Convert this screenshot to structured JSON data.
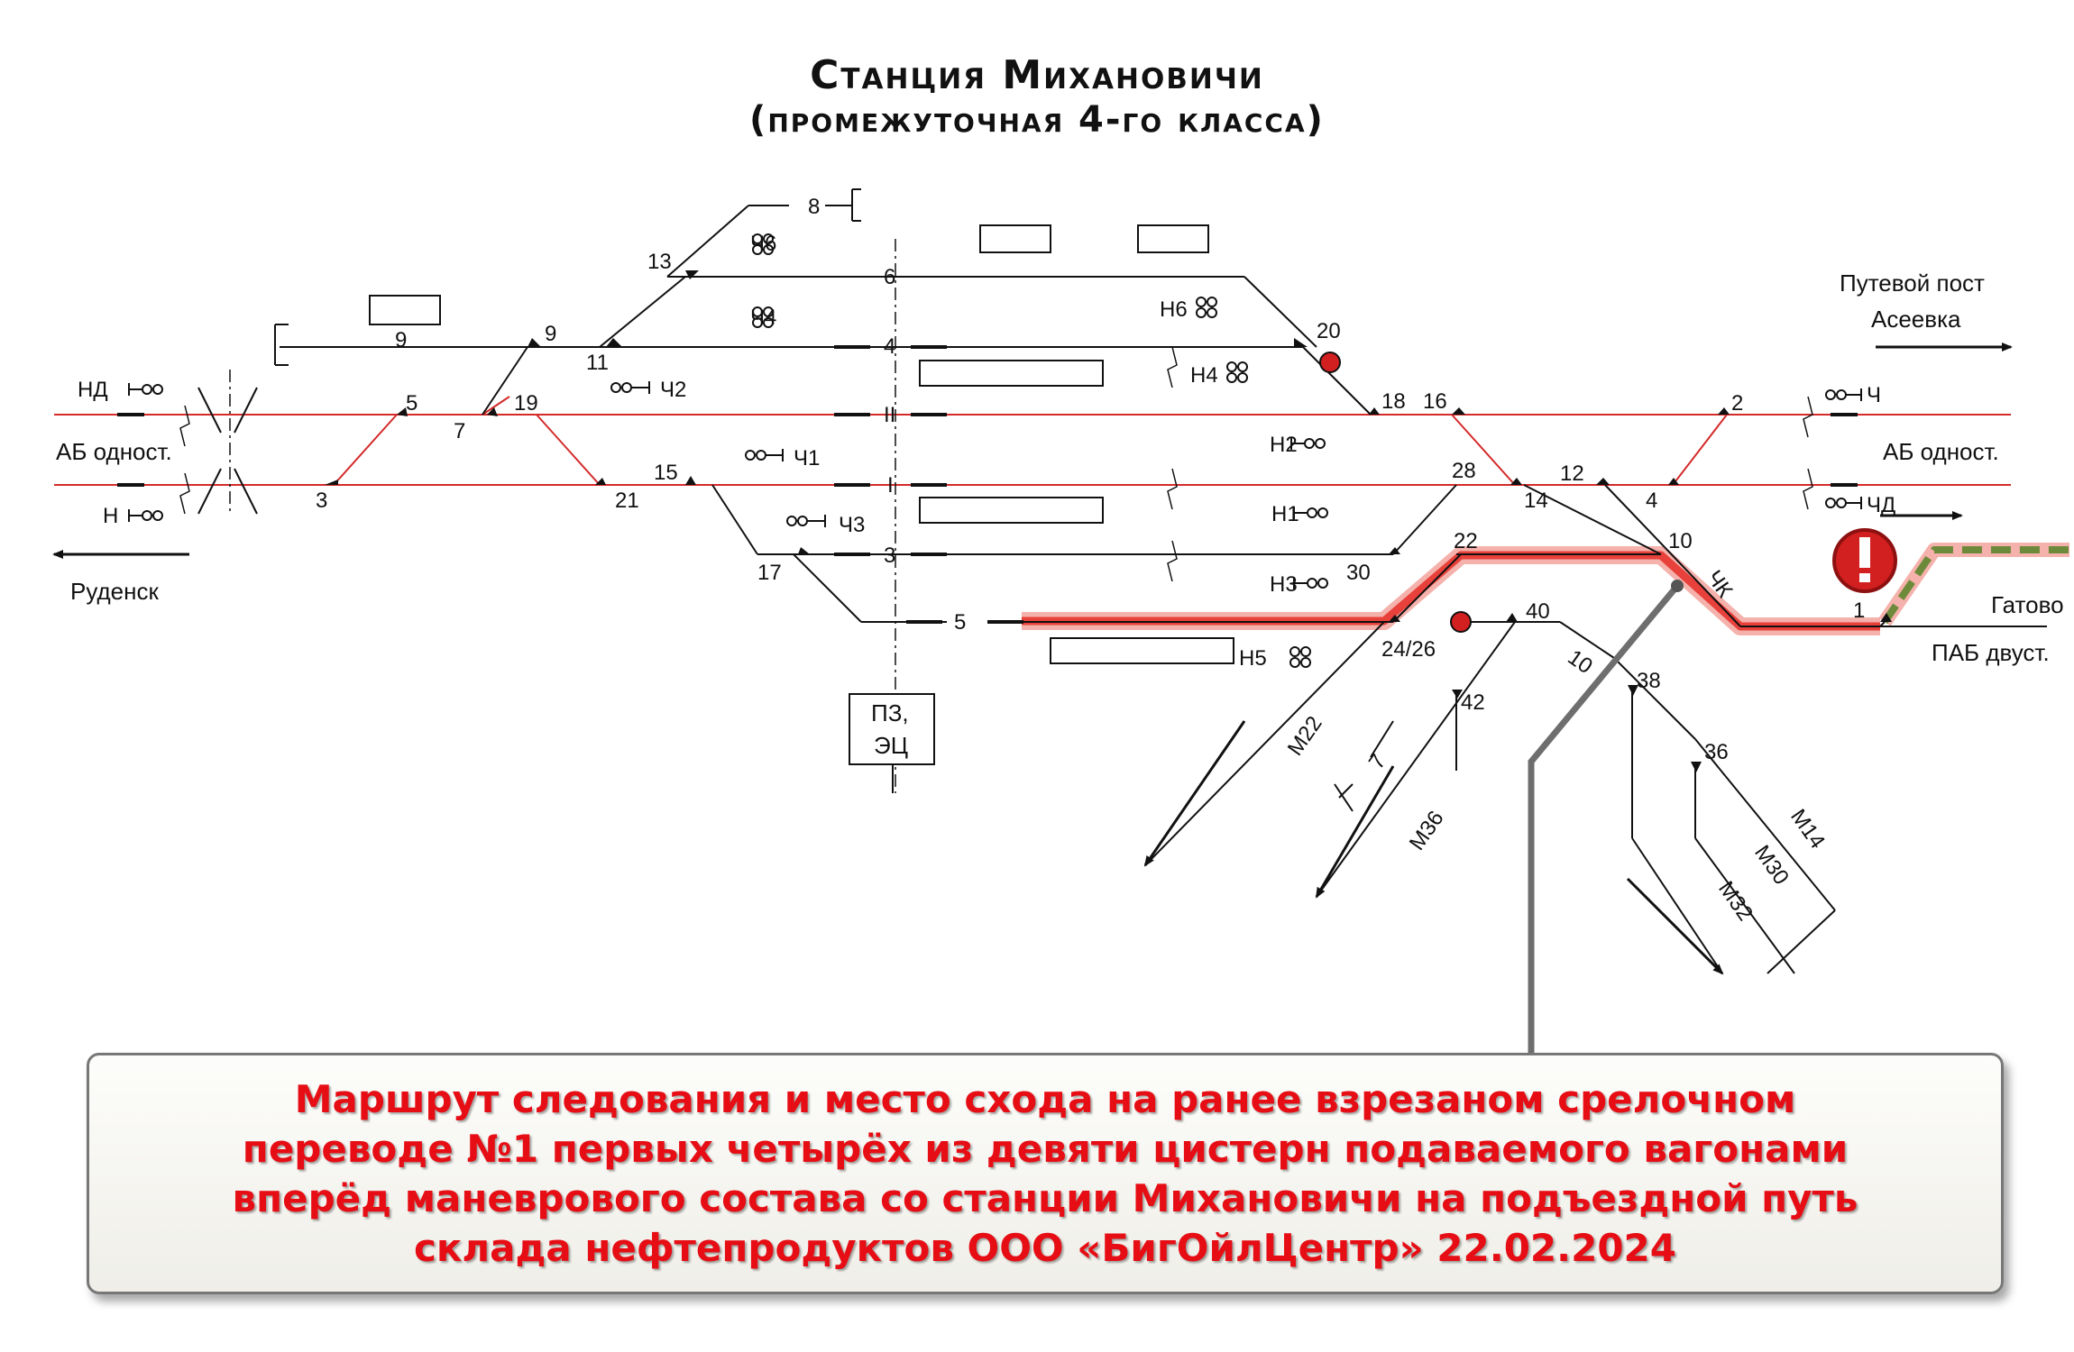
{
  "title": "Станция Михановичи",
  "subtitle": "(промежуточная 4-го класса)",
  "caption_lines": [
    "Маршрут следования и место схода на ранее взрезаном срелочном",
    "переводе №1 первых четырёх из девяти цистерн  подаваемого вагонами",
    "вперёд маневрового состава со станции  Михановичи на подъездной путь",
    "склада нефтепродуктов  ООО «БигОйлЦентр» 22.02.2024"
  ],
  "tracks": [
    "8",
    "6",
    "9",
    "4",
    "II",
    "I",
    "3",
    "5",
    "10",
    "7"
  ],
  "switches": [
    "13",
    "9",
    "11",
    "5",
    "7",
    "19",
    "3",
    "21",
    "15",
    "17",
    "20",
    "18",
    "16",
    "28",
    "14",
    "12",
    "4",
    "2",
    "30",
    "22",
    "10",
    "24/26",
    "40",
    "42",
    "38",
    "36",
    "1"
  ],
  "signals": [
    "Ч6",
    "Ч4",
    "Ч2",
    "Ч1",
    "Ч3",
    "Н6",
    "Н4",
    "Н2",
    "Н1",
    "Н3",
    "Н5",
    "НД",
    "Н",
    "Ч",
    "ЧД",
    "ЧК",
    "М22",
    "М36",
    "М14",
    "М30",
    "М32"
  ],
  "directions": {
    "left_upper": "АБ одност.",
    "left_lower": "Руденск",
    "right_top_1": "Путевой пост",
    "right_top_2": "Асеевка",
    "right_mid": "АБ одност.",
    "right_low_1": "Гатово",
    "right_low_2": "ПАБ двуст."
  },
  "post": [
    "ПЗ,",
    "ЭЦ"
  ],
  "colors": {
    "route": "#e8403a",
    "route_glow": "#f4a8a2",
    "main_line": "#d42a2a",
    "warning": "#d21f1f",
    "caption_text": "#e60d14",
    "pointer": "#6e6e6e",
    "derail_dash": "#6d8a3a"
  },
  "icons": [
    "warning-icon",
    "derailment-marker-icon",
    "signal-icon",
    "arrow-icon"
  ]
}
